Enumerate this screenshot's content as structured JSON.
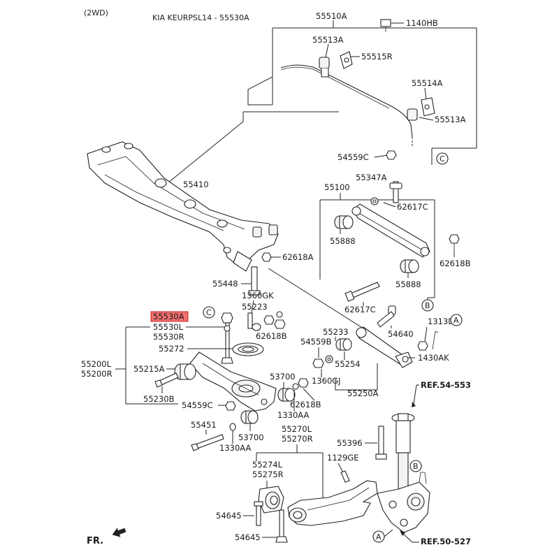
{
  "header": {
    "drive": "(2WD)",
    "vehicle_part": "KIA KEURPSL14 - 55530A"
  },
  "highlight_color": "#f07070",
  "labels": {
    "p55510A": "55510A",
    "p1140HB": "1140HB",
    "p55513A_top": "55513A",
    "p55515R": "55515R",
    "p55514A": "55514A",
    "p55513A_right": "55513A",
    "p54559C_top": "54559C",
    "p55410": "55410",
    "p55347A": "55347A",
    "p55100": "55100",
    "p62617C_top": "62617C",
    "p55888_top": "55888",
    "p62618B_right": "62618B",
    "p55888_bottom": "55888",
    "p62618A": "62618A",
    "p55448": "55448",
    "p62617C_bottom": "62617C",
    "p55530A": "55530A",
    "p55530L": "55530L",
    "p55530R": "55530R",
    "p1360GK": "1360GK",
    "p55223": "55223",
    "p62618B_mid": "62618B",
    "p1313DA": "1313DA",
    "p55233": "55233",
    "p54640": "54640",
    "p54559B": "54559B",
    "p55272": "55272",
    "p55254": "55254",
    "p1430AK": "1430AK",
    "p55200L": "55200L",
    "p55200R": "55200R",
    "p55215A": "55215A",
    "p53700_mid": "53700",
    "p1360GJ": "1360GJ",
    "p55250A": "55250A",
    "p55230B": "55230B",
    "p54559C_bottom": "54559C",
    "p62618B_low": "62618B",
    "p1330AA_mid": "1330AA",
    "p55451": "55451",
    "p1330AA_low": "1330AA",
    "p53700_low": "53700",
    "p55270L": "55270L",
    "p55270R": "55270R",
    "p55396": "55396",
    "p1129GE": "1129GE",
    "p55274L": "55274L",
    "p55275R": "55275R",
    "p54645_a": "54645",
    "p54645_b": "54645"
  },
  "refs": {
    "ref_top": "REF.54-553",
    "ref_bottom": "REF.50-527"
  },
  "markers": {
    "c_top": "C",
    "c_mid": "C",
    "b_right": "B",
    "b_bottom": "B",
    "a_right": "A",
    "a_bottom": "A"
  },
  "footer": {
    "fr": "FR."
  }
}
